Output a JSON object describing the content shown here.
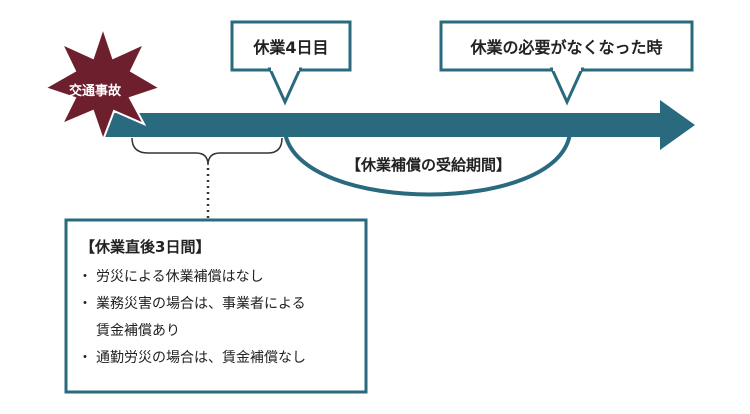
{
  "accident": {
    "label": "交通事故",
    "color": "#6e1f2e"
  },
  "timeline": {
    "color": "#2a6a7e"
  },
  "day4_box": {
    "label": "休業4日目"
  },
  "end_box": {
    "label": "休業の必要がなくなった時"
  },
  "benefit_period": {
    "label": "【休業補償の受給期間】"
  },
  "first_three_days": {
    "title": "【休業直後3日間】",
    "items": [
      {
        "lines": [
          "労災による休業補償はなし"
        ]
      },
      {
        "lines": [
          "業務災害の場合は、事業者による",
          "賃金補償あり"
        ]
      },
      {
        "lines": [
          "通勤労災の場合は、賃金補償なし"
        ]
      }
    ]
  }
}
